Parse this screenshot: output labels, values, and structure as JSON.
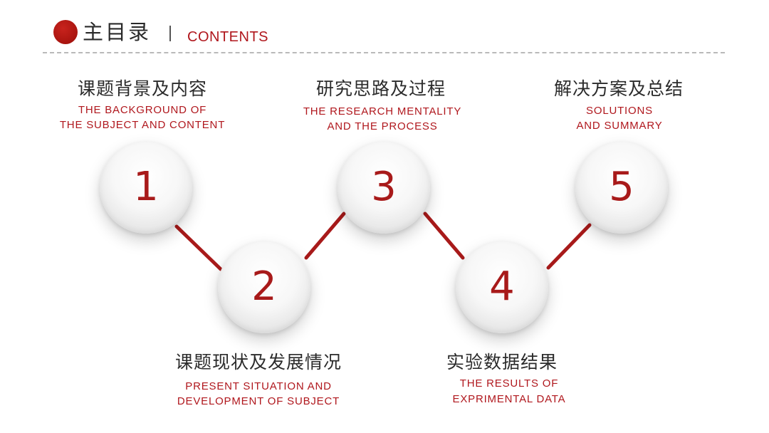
{
  "header": {
    "title": "主目录",
    "title_en": "CONTENTS"
  },
  "colors": {
    "accent": "#b0171d",
    "text": "#2b2b2b"
  },
  "items": [
    {
      "number": "1",
      "title": "课题背景及内容",
      "sub_line1": "THE BACKGROUND OF",
      "sub_line2": "THE SUBJECT AND CONTENT"
    },
    {
      "number": "2",
      "title": "课题现状及发展情况",
      "sub_line1": "PRESENT SITUATION AND",
      "sub_line2": "DEVELOPMENT OF SUBJECT"
    },
    {
      "number": "3",
      "title": "研究思路及过程",
      "sub_line1": "THE RESEARCH MENTALITY",
      "sub_line2": "AND THE PROCESS"
    },
    {
      "number": "4",
      "title": "实验数据结果",
      "sub_line1": "THE RESULTS OF",
      "sub_line2": "EXPRIMENTAL DATA"
    },
    {
      "number": "5",
      "title": "解决方案及总结",
      "sub_line1": "SOLUTIONS",
      "sub_line2": "AND SUMMARY"
    }
  ]
}
